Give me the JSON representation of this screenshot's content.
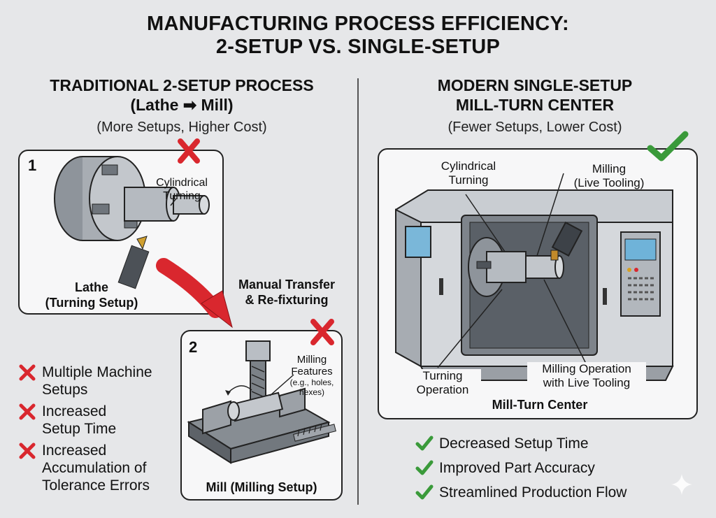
{
  "title": {
    "line1": "MANUFACTURING PROCESS EFFICIENCY:",
    "line2": "2-SETUP VS. SINGLE-SETUP"
  },
  "left": {
    "heading_line1": "TRADITIONAL 2-SETUP PROCESS",
    "heading_line2": "(Lathe ➡ Mill)",
    "subtitle": "(More Setups, Higher Cost)",
    "step1": {
      "number": "1",
      "callout": "Cylindrical Turning",
      "caption_line1": "Lathe",
      "caption_line2": "(Turning Setup)"
    },
    "transfer_line1": "Manual Transfer",
    "transfer_line2": "& Re-fixturing",
    "step2": {
      "number": "2",
      "callout_line1": "Milling",
      "callout_line2": "Features",
      "callout_line3": "(e.g., holes,",
      "callout_line4": "hexes)",
      "caption": "Mill (Milling Setup)"
    },
    "drawbacks": [
      {
        "line1": "Multiple Machine",
        "line2": "Setups"
      },
      {
        "line1": "Increased",
        "line2": "Setup Time"
      },
      {
        "line1": "Increased",
        "line2": "Accumulation of",
        "line3": "Tolerance Errors"
      }
    ],
    "colors": {
      "cross": "#d9272e",
      "arrow": "#d9272e"
    }
  },
  "right": {
    "heading_line1": "MODERN SINGLE-SETUP",
    "heading_line2": "MILL-TURN CENTER",
    "subtitle": "(Fewer Setups, Lower Cost)",
    "callouts": {
      "cyl_line1": "Cylindrical",
      "cyl_line2": "Turning",
      "mill_line1": "Milling",
      "mill_line2": "(Live Tooling)",
      "turn_line1": "Turning",
      "turn_line2": "Operation",
      "live_line1": "Milling Operation",
      "live_line2": "with Live Tooling"
    },
    "caption": "Mill-Turn Center",
    "benefits": [
      "Decreased Setup Time",
      "Improved Part Accuracy",
      "Streamlined Production Flow"
    ],
    "colors": {
      "check": "#3a9a3a"
    }
  }
}
